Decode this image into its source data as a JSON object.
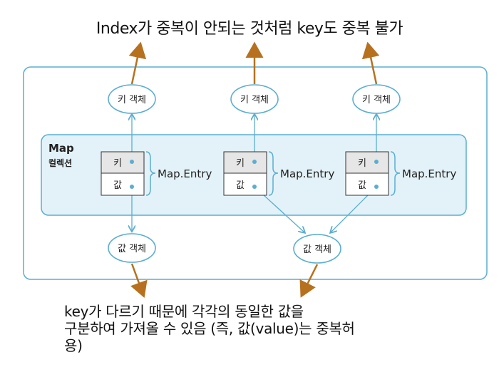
{
  "top_caption": "Index가 중복이 안되는 것처럼 key도 중복 불가",
  "bottom_caption_lines": [
    "key가 다르기 때문에 각각의 동일한 값을",
    "구분하여 가져올 수 있음 (즉, 값(value)는 중복허",
    "용)"
  ],
  "map_collection": {
    "title": "Map",
    "subtitle": "컬렉션"
  },
  "key_objects": [
    "키 객체",
    "키 객체",
    "키 객체"
  ],
  "entries": [
    {
      "key_label": "키",
      "value_label": "값",
      "entry_label": "Map.Entry"
    },
    {
      "key_label": "키",
      "value_label": "값",
      "entry_label": "Map.Entry"
    },
    {
      "key_label": "키",
      "value_label": "값",
      "entry_label": "Map.Entry"
    }
  ],
  "value_objects": [
    "값 객체",
    "값 객체"
  ],
  "colors": {
    "teal_line": "#5aaed0",
    "teal_fill": "#e3f2f8",
    "orange_arrow": "#b7711e",
    "cell_gray": "#e6e6e6"
  }
}
